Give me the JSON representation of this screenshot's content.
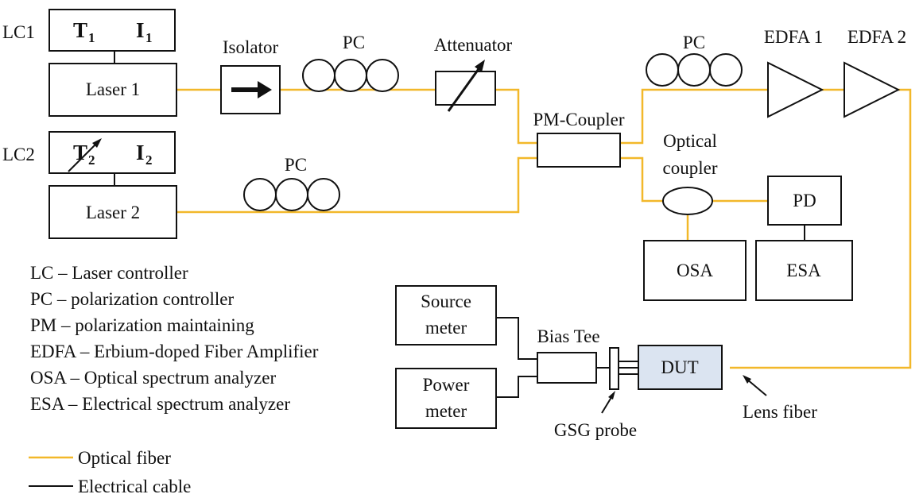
{
  "labels": {
    "lc1": "LC1",
    "lc2": "LC2",
    "t": "T",
    "i": "I",
    "sub1": "1",
    "sub2": "2",
    "laser1": "Laser 1",
    "laser2": "Laser 2",
    "isolator": "Isolator",
    "pc": "PC",
    "attenuator": "Attenuator",
    "pm_coupler": "PM-Coupler",
    "edfa1": "EDFA 1",
    "edfa2": "EDFA 2",
    "optical": "Optical",
    "coupler": "coupler",
    "pd": "PD",
    "osa": "OSA",
    "esa": "ESA",
    "source": "Source",
    "power": "Power",
    "meter": "meter",
    "bias_tee": "Bias Tee",
    "dut": "DUT",
    "gsg_probe": "GSG probe",
    "lens_fiber": "Lens fiber"
  },
  "legend": {
    "abbreviations": [
      "LC – Laser controller",
      "PC – polarization controller",
      "PM – polarization maintaining",
      "EDFA – Erbium-doped Fiber Amplifier",
      "OSA – Optical spectrum analyzer",
      "ESA – Electrical spectrum analyzer"
    ],
    "optical_fiber": "Optical fiber",
    "electrical_cable": "Electrical cable"
  },
  "colors": {
    "fiber": "#f2b82a",
    "cable": "#111111",
    "dut_fill": "#dbe4f1"
  }
}
